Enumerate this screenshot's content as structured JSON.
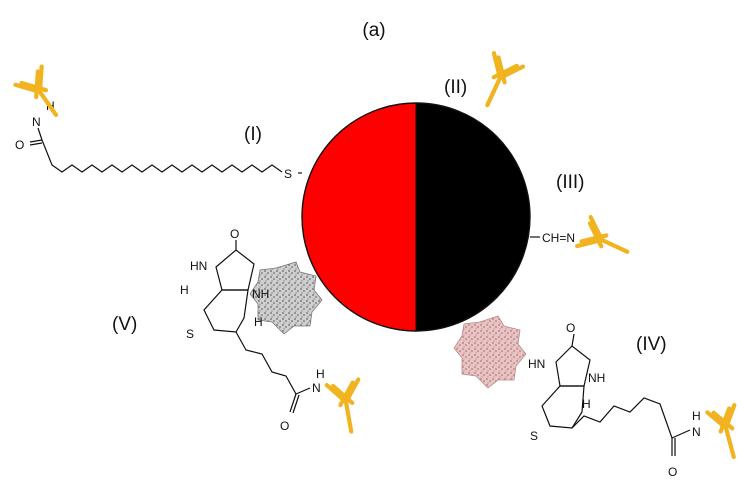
{
  "figure": {
    "panel_label": "(a)",
    "left_half_color": "#ff0000",
    "right_half_color": "#000000",
    "antibody_color": "#f2b320",
    "linkers": [
      {
        "id": "I",
        "label": "(I)"
      },
      {
        "id": "II",
        "label": "(II)"
      },
      {
        "id": "III",
        "label": "(III)"
      },
      {
        "id": "IV",
        "label": "(IV)"
      },
      {
        "id": "V",
        "label": "(V)"
      }
    ],
    "atoms": {
      "sulfur": "S",
      "amide_n": "N",
      "amide_h": "H",
      "amide_o": "O",
      "imine": "CH=N",
      "hn": "HN",
      "nh": "NH",
      "h": "H",
      "o": "O",
      "s": "S"
    }
  }
}
